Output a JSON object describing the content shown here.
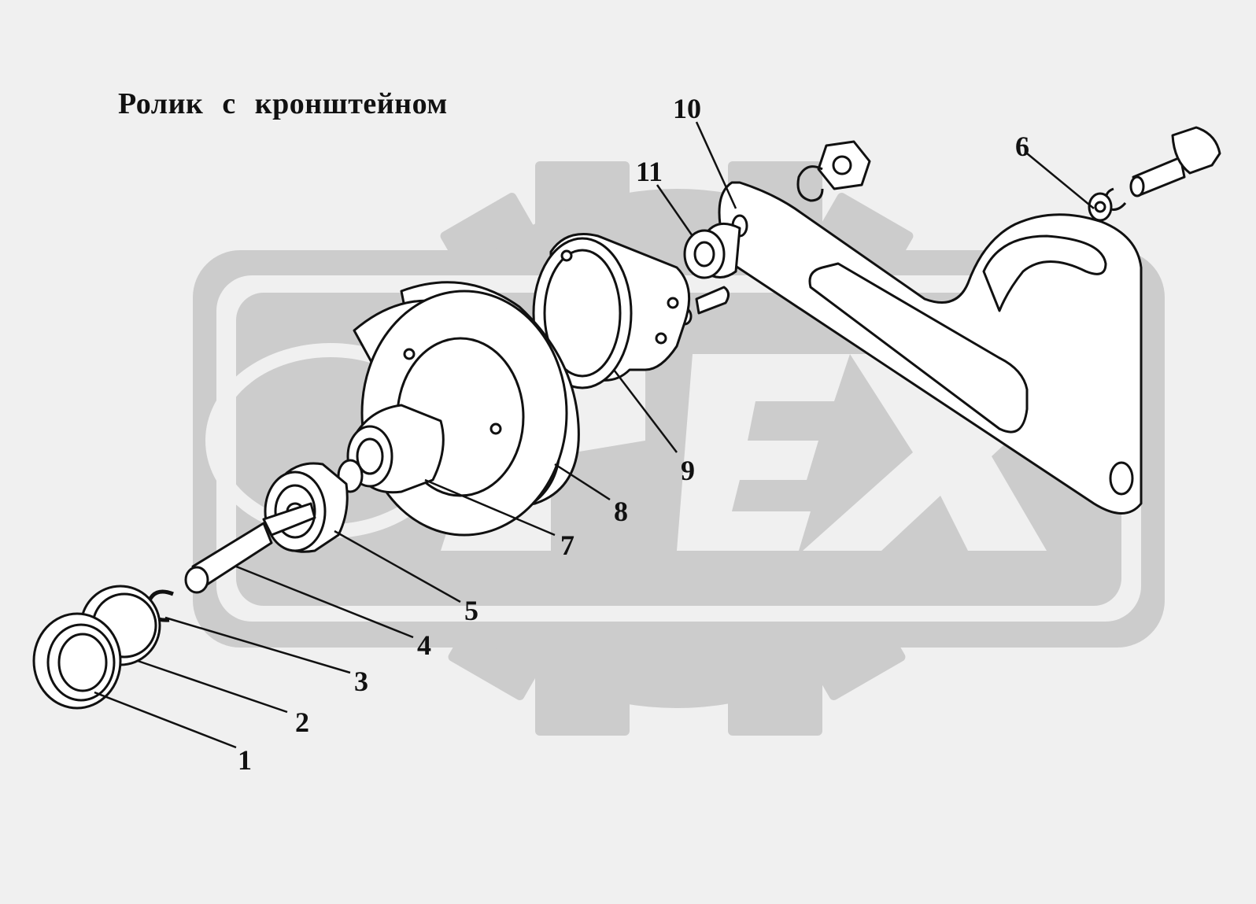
{
  "title": "Ролик с кронштейном",
  "watermark": {
    "text": "OREX",
    "color": "#c9c9c9"
  },
  "colors": {
    "background": "#f0f0f0",
    "lines": "#111111",
    "part_fill": "#ffffff"
  },
  "callouts": [
    "1",
    "2",
    "3",
    "4",
    "5",
    "6",
    "7",
    "8",
    "9",
    "10",
    "11"
  ]
}
